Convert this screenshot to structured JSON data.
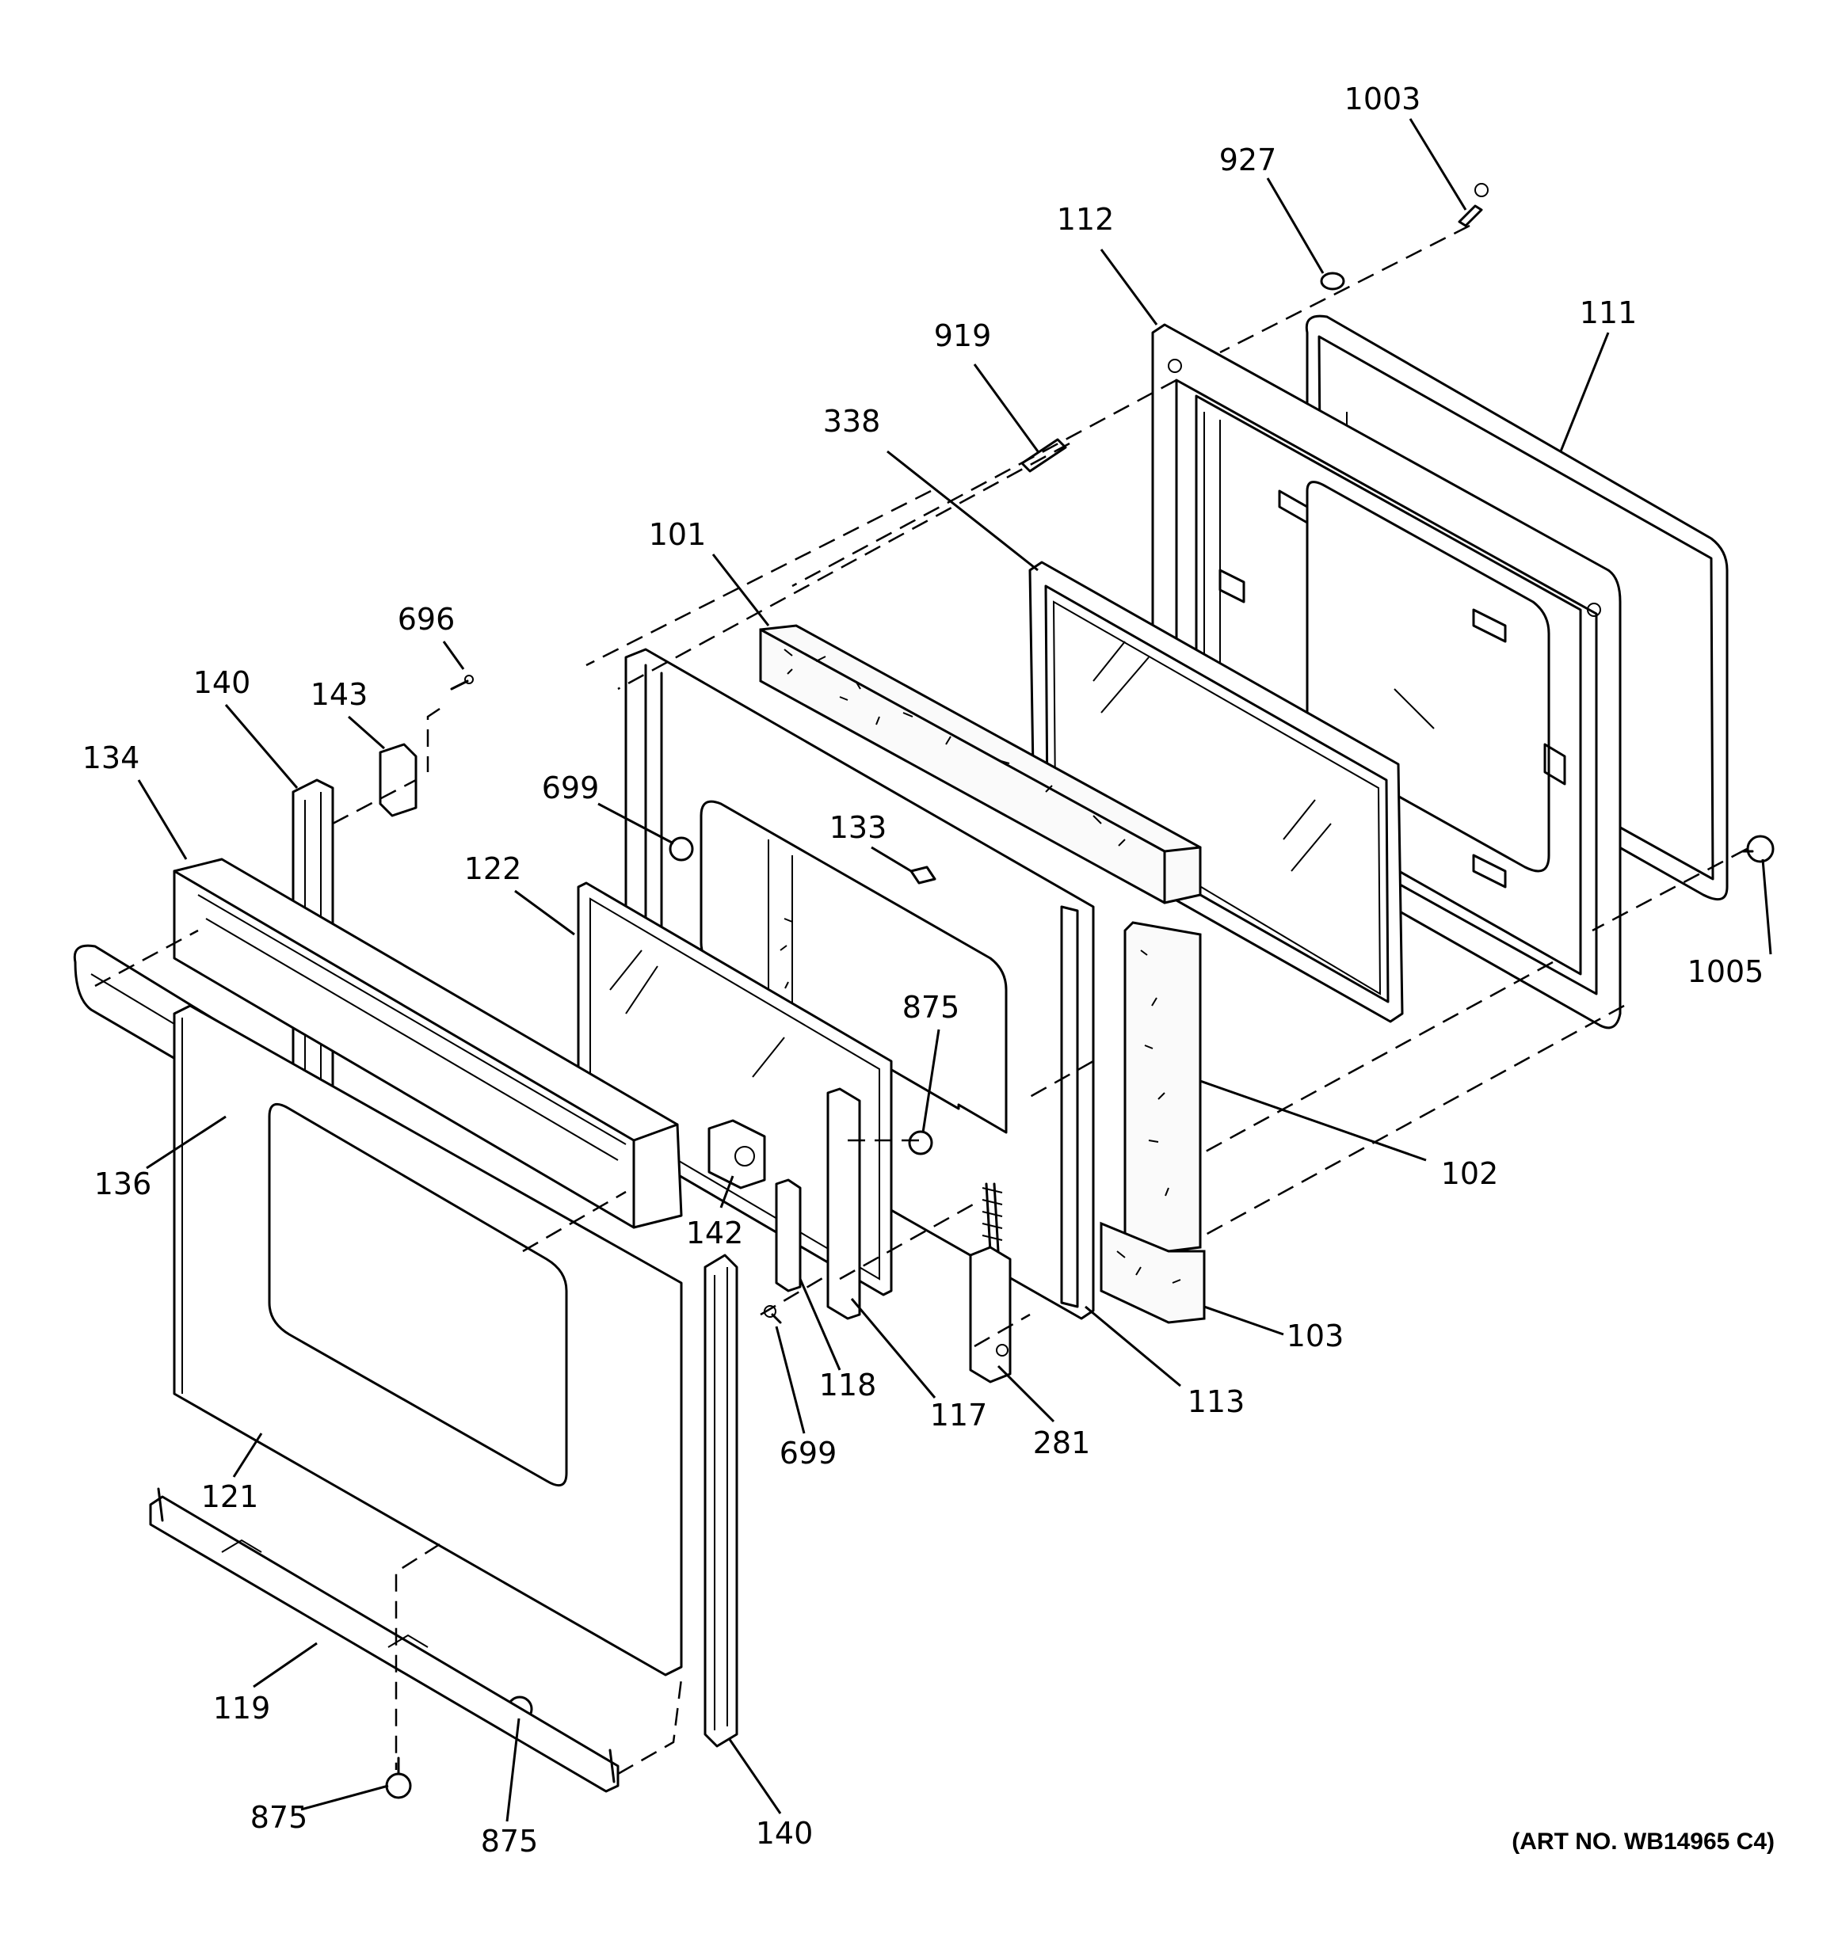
{
  "diagram": {
    "art_number": "(ART NO. WB14965 C4)",
    "callouts": [
      {
        "id": "c1003",
        "label": "1003"
      },
      {
        "id": "c927",
        "label": "927"
      },
      {
        "id": "c112",
        "label": "112"
      },
      {
        "id": "c111",
        "label": "111"
      },
      {
        "id": "c919",
        "label": "919"
      },
      {
        "id": "c338",
        "label": "338"
      },
      {
        "id": "c101",
        "label": "101"
      },
      {
        "id": "c696",
        "label": "696"
      },
      {
        "id": "c140a",
        "label": "140"
      },
      {
        "id": "c143",
        "label": "143"
      },
      {
        "id": "c134",
        "label": "134"
      },
      {
        "id": "c699a",
        "label": "699"
      },
      {
        "id": "c133",
        "label": "133"
      },
      {
        "id": "c122",
        "label": "122"
      },
      {
        "id": "c875a",
        "label": "875"
      },
      {
        "id": "c1005",
        "label": "1005"
      },
      {
        "id": "c136",
        "label": "136"
      },
      {
        "id": "c102",
        "label": "102"
      },
      {
        "id": "c142",
        "label": "142"
      },
      {
        "id": "c103",
        "label": "103"
      },
      {
        "id": "c118",
        "label": "118"
      },
      {
        "id": "c117",
        "label": "117"
      },
      {
        "id": "c113",
        "label": "113"
      },
      {
        "id": "c699b",
        "label": "699"
      },
      {
        "id": "c281",
        "label": "281"
      },
      {
        "id": "c121",
        "label": "121"
      },
      {
        "id": "c119",
        "label": "119"
      },
      {
        "id": "c875b",
        "label": "875"
      },
      {
        "id": "c875c",
        "label": "875"
      },
      {
        "id": "c140b",
        "label": "140"
      }
    ]
  }
}
